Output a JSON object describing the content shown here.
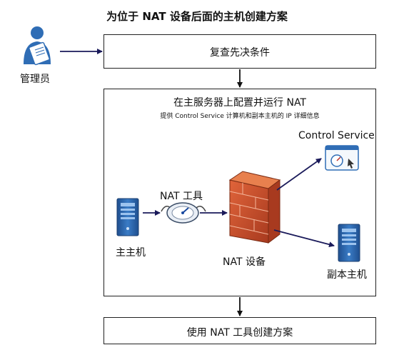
{
  "title": "为位于 NAT 设备后面的主机创建方案",
  "actor": {
    "label": "管理员",
    "icon": "administrator-icon"
  },
  "steps": [
    {
      "label": "复查先决条件"
    },
    {
      "label": "在主服务器上配置并运行 NAT",
      "sublabel": "提供 Control Service 计算机和副本主机的 IP 详细信息",
      "components": {
        "master": "主主机",
        "nat_tool": "NAT 工具",
        "nat_device": "NAT 设备",
        "control_service": "Control Service",
        "replica": "副本主机"
      }
    },
    {
      "label": "使用 NAT 工具创建方案"
    }
  ],
  "colors": {
    "box_border": "#222222",
    "server_blue": "#2f6db5",
    "firewall_red": "#c0502a",
    "arrow": "#1a1a5a"
  }
}
